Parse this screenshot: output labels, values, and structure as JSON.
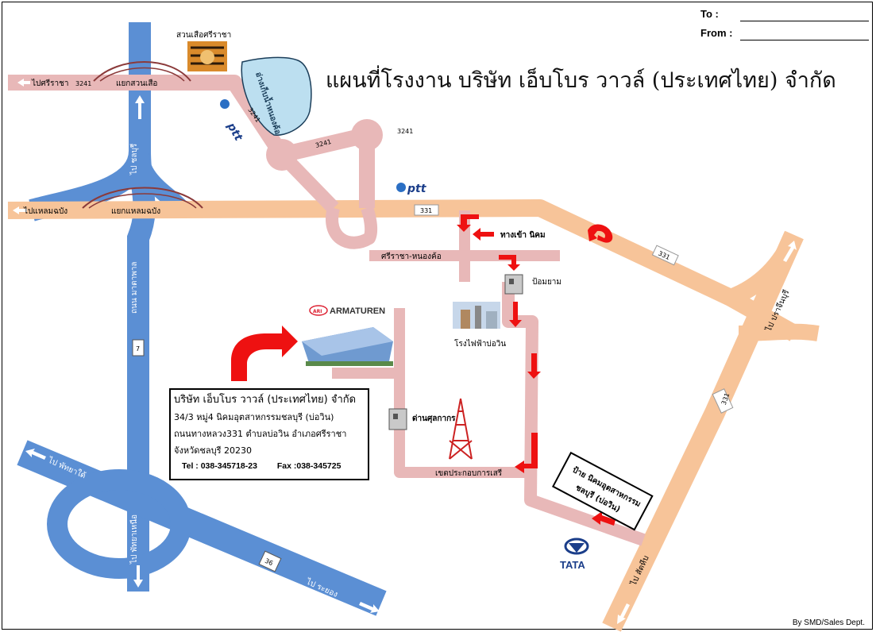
{
  "header": {
    "to_label": "To :",
    "from_label": "From :",
    "title": "แผนที่โรงงาน บริษัท เอ็บโบร วาวล์ (ประเทศไทย) จำกัด"
  },
  "places": {
    "tiger_zoo": "สวนเสือศรีราชา",
    "reservoir": "อ่างเก็บน้ำหนองค้อ",
    "ptt": "ptt",
    "armaturen": "ARMATUREN",
    "ari_logo": "ARI",
    "power_plant": "โรงไฟฟ้าบ่อวิน",
    "guard_post": "ป้อมยาม",
    "customs": "ด่านศุลกากร",
    "free_zone": "เขตประกอบการเสรี",
    "entrance": "ทางเข้า นิคม",
    "estate_sign_line1": "ป้าย นิคมอุตสาหกรรม",
    "estate_sign_line2": "ชลบุรี (บ่อวิน)",
    "tata": "TATA"
  },
  "roads": {
    "to_sriracha": "ไปศรีราชา",
    "sriracha_nongkho": "ศรีราชา-หนองค้อ",
    "to_laem_chabang": "ไปแหลมฉบัง",
    "jct_suan_suea": "แยกสวนเสือ",
    "jct_laem_chabang": "แยกแหลมฉบัง",
    "to_chonburi": "ไป ชลบุรี",
    "sukhumvit_label": "ถนน มาตาพาล",
    "to_pattaya": "ไป พัทยาใต้",
    "to_pattaya_north": "ไป พัทยาเหนือ",
    "to_rayong": "ไป ระยอง",
    "to_prachinburi": "ไป ปราจีนบุรี",
    "to_sattahip": "ไป สัตหีบ",
    "r3241": "3241",
    "r331": "331",
    "r7": "7",
    "r36": "36"
  },
  "company": {
    "name": "บริษัท เอ็บโบร วาวล์  (ประเทศไทย) จำกัด",
    "addr1": "34/3 หมู่4 นิคมอุตสาหกรรมชลบุรี (บ่อวิน)",
    "addr2": "ถนนทางหลวง331  ตำบลบ่อวิน อำเภอศรีราชา",
    "addr3": "จังหวัดชลบุรี 20230",
    "tel": "Tel : 038-345718-23",
    "fax": "Fax :038-345725"
  },
  "footer": {
    "credit": "By SMD/Sales Dept."
  },
  "colors": {
    "blue_road": "#5b8fd4",
    "orange_road": "#f7c499",
    "pink_road": "#e8b8b8",
    "arrow": "#ee1111",
    "reservoir": "#bcdff0"
  }
}
